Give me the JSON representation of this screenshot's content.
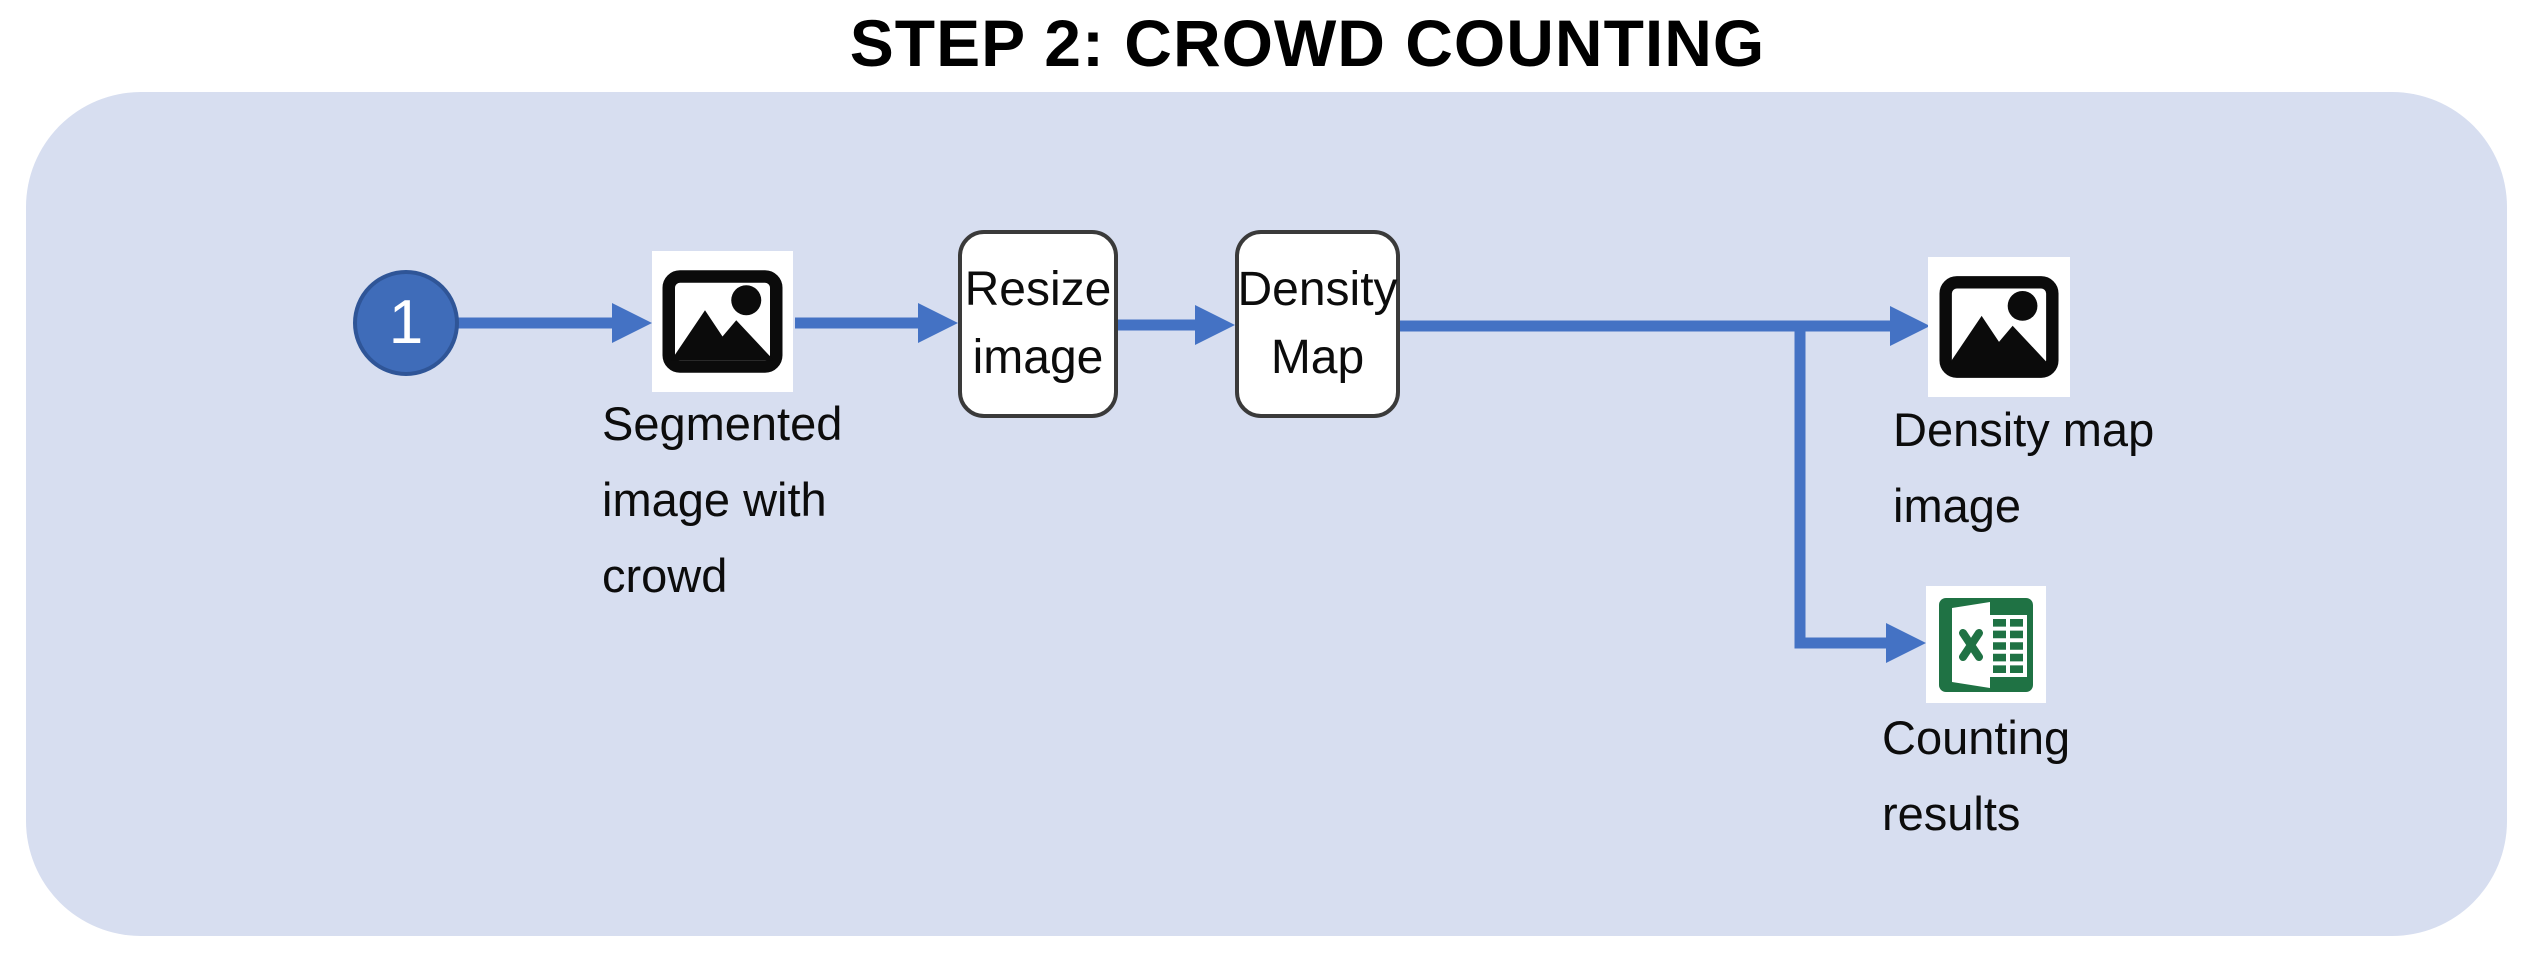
{
  "title": "STEP 2: CROWD COUNTING",
  "colors": {
    "panel": "#D7DEF0",
    "arrow": "#4472C4",
    "circle_fill": "#3F6CB9",
    "circle_stroke": "#2F5597",
    "box_border": "#3A3A3A",
    "excel_green": "#1F7244",
    "text": "#0C0C0C"
  },
  "badge": {
    "label": "1"
  },
  "nodes": {
    "segmented_image": {
      "icon": "image-icon",
      "lines": [
        "Segmented",
        "image with",
        "crowd"
      ]
    },
    "resize": {
      "lines": [
        "Resize",
        "image"
      ]
    },
    "density_map_box": {
      "lines": [
        "Density",
        "Map"
      ]
    },
    "density_map_image": {
      "icon": "image-icon",
      "lines": [
        "Density map",
        "image"
      ]
    },
    "counting_results": {
      "icon": "excel-icon",
      "lines": [
        "Counting",
        "results"
      ]
    }
  }
}
